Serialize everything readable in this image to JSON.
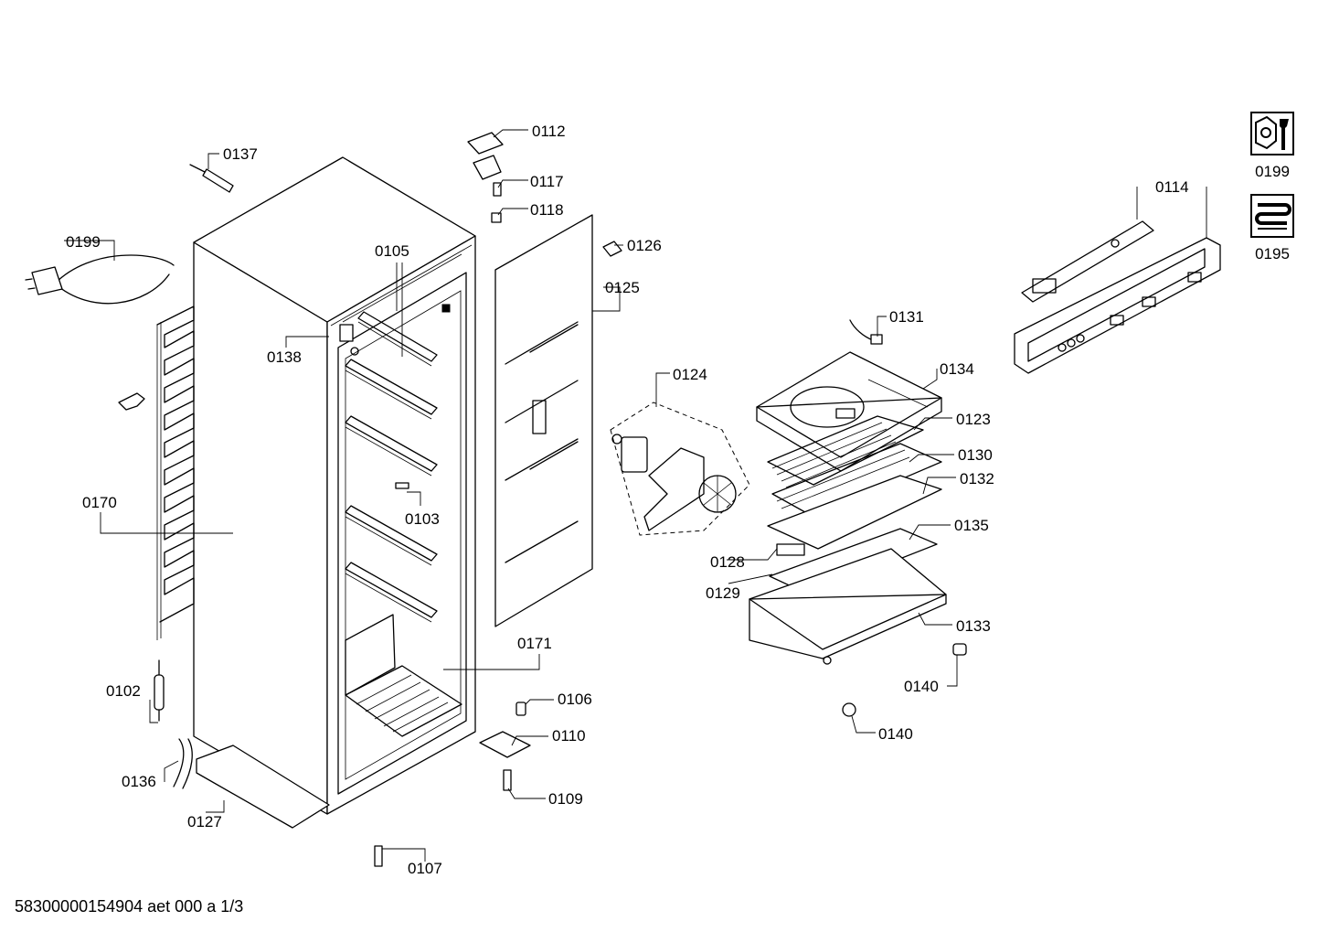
{
  "document_id": "58300000154904 aet 000 a 1/3",
  "side_icons": [
    {
      "label": "0199",
      "icon": "tools-icon"
    },
    {
      "label": "0195",
      "icon": "heating-coil-icon"
    }
  ],
  "callouts": [
    {
      "id": "c0112",
      "text": "0112"
    },
    {
      "id": "c0117",
      "text": "0117"
    },
    {
      "id": "c0118",
      "text": "0118"
    },
    {
      "id": "c0137",
      "text": "0137"
    },
    {
      "id": "c0199",
      "text": "0199"
    },
    {
      "id": "c0105",
      "text": "0105"
    },
    {
      "id": "c0126",
      "text": "0126"
    },
    {
      "id": "c0125",
      "text": "0125"
    },
    {
      "id": "c0138",
      "text": "0138"
    },
    {
      "id": "c0131",
      "text": "0131"
    },
    {
      "id": "c0124",
      "text": "0124"
    },
    {
      "id": "c0134",
      "text": "0134"
    },
    {
      "id": "c0123",
      "text": "0123"
    },
    {
      "id": "c0130",
      "text": "0130"
    },
    {
      "id": "c0132",
      "text": "0132"
    },
    {
      "id": "c0170",
      "text": "0170"
    },
    {
      "id": "c0103",
      "text": "0103"
    },
    {
      "id": "c0135",
      "text": "0135"
    },
    {
      "id": "c0128",
      "text": "0128"
    },
    {
      "id": "c0129",
      "text": "0129"
    },
    {
      "id": "c0133",
      "text": "0133"
    },
    {
      "id": "c0171",
      "text": "0171"
    },
    {
      "id": "c0140a",
      "text": "0140"
    },
    {
      "id": "c0102",
      "text": "0102"
    },
    {
      "id": "c0106",
      "text": "0106"
    },
    {
      "id": "c0110",
      "text": "0110"
    },
    {
      "id": "c0140b",
      "text": "0140"
    },
    {
      "id": "c0136",
      "text": "0136"
    },
    {
      "id": "c0109",
      "text": "0109"
    },
    {
      "id": "c0127",
      "text": "0127"
    },
    {
      "id": "c0107",
      "text": "0107"
    },
    {
      "id": "c0114",
      "text": "0114"
    }
  ]
}
